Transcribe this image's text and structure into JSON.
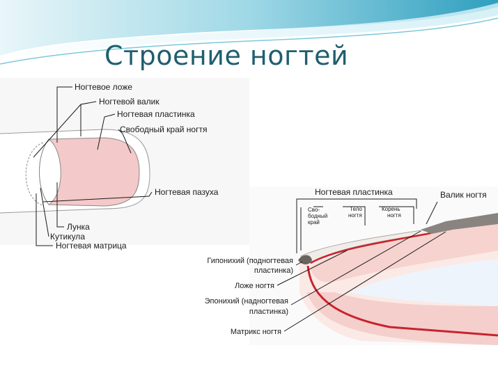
{
  "title": "Строение ногтей",
  "colors": {
    "title": "#1f5f6e",
    "banner_dark": "#3aa8c4",
    "banner_light": "#bfe6ee",
    "nail_pink": "#f4c9c9",
    "tissue_red": "#c8232c"
  },
  "top_view": {
    "labels": [
      "Ногтевое ложе",
      "Ногтевой валик",
      "Ногтевая пластинка",
      "Свободный край ногтя",
      "Ногтевая пазуха",
      "Лунка",
      "Кутикула",
      "Ногтевая матрица"
    ]
  },
  "side_view": {
    "top_labels": [
      "Ногтевая пластинка",
      "Валик ногтя"
    ],
    "inner_labels": [
      "Сво-",
      "бодный",
      "край",
      "Тело",
      "ногтя",
      "Корень",
      "ногтя"
    ],
    "left_labels": [
      "Гипонихий (подногтевая",
      "пластинка)",
      "Ложе ногтя",
      "Эпонихий (надногтевая",
      "пластинка)",
      "Матрикс ногтя"
    ]
  }
}
